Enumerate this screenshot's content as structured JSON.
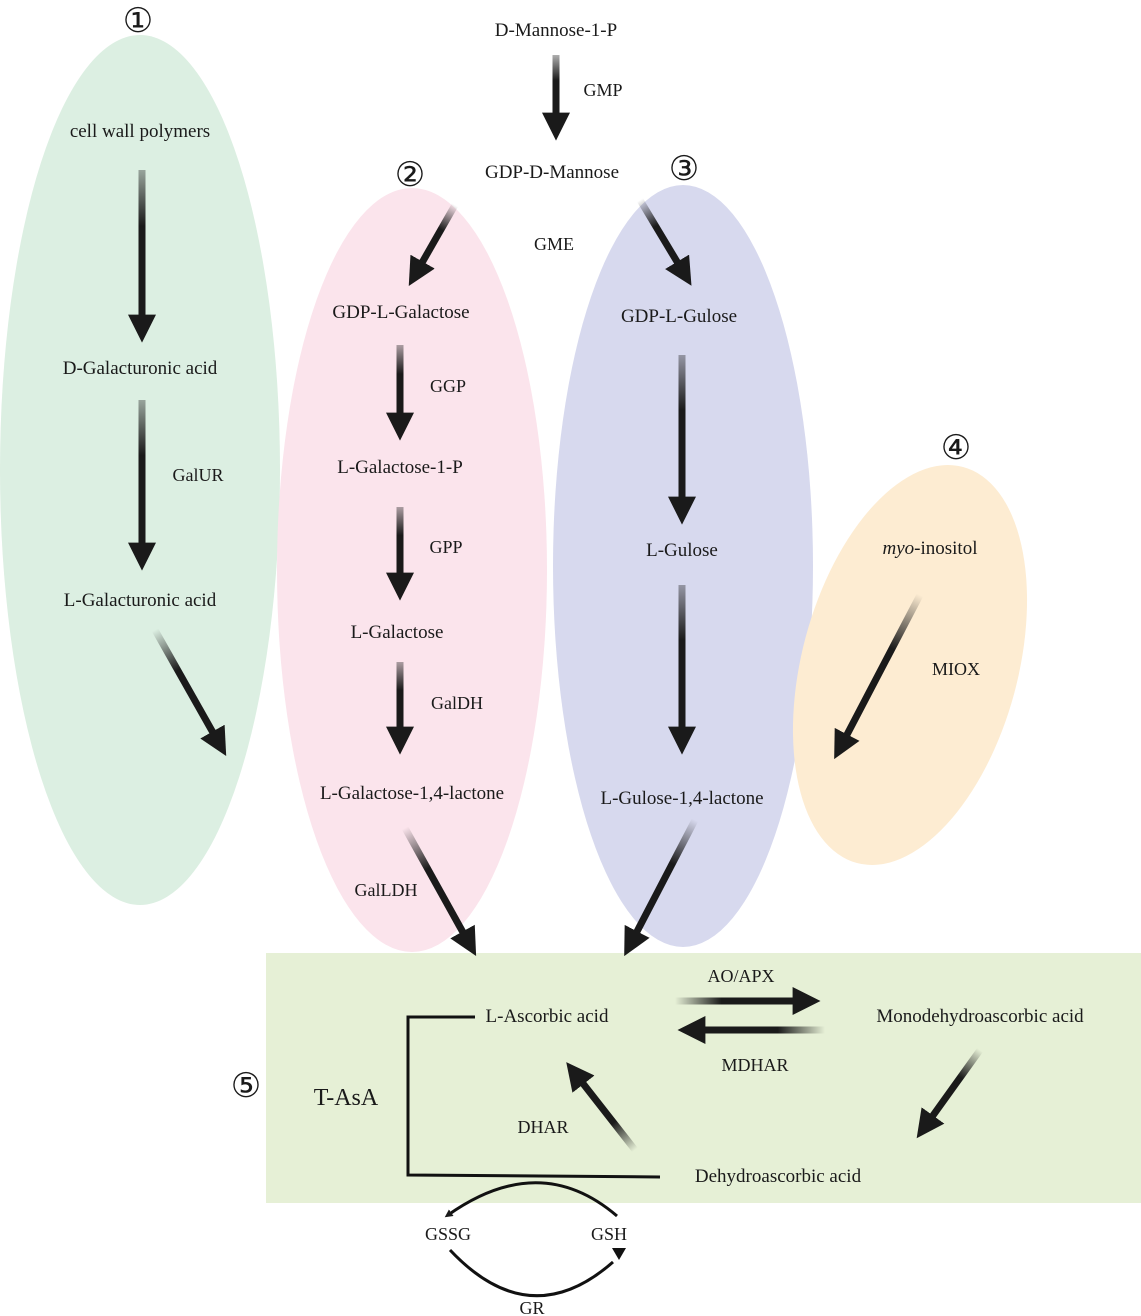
{
  "colors": {
    "pathway1": "#dcefe2",
    "pathway2": "#fbe4ec",
    "pathway3": "#d7d9ee",
    "pathway4": "#fdecd2",
    "recycling_box": "#e6f0d6",
    "arrow": "#1a1a1a"
  },
  "numbers": [
    "①",
    "②",
    "③",
    "④",
    "⑤"
  ],
  "top": {
    "mannose1p": "D-Mannose-1-P",
    "gmp": "GMP",
    "gdp_mannose": "GDP-D-Mannose",
    "gme": "GME"
  },
  "p1": {
    "cell_wall": "cell wall polymers",
    "d_galacturonic": "D-Galacturonic acid",
    "galur": "GalUR",
    "l_galacturonic": "L-Galacturonic acid"
  },
  "p2": {
    "gdp_galactose": "GDP-L-Galactose",
    "ggp": "GGP",
    "galactose1p": "L-Galactose-1-P",
    "gpp": "GPP",
    "galactose": "L-Galactose",
    "galdh": "GalDH",
    "lactone": "L-Galactose-1,4-lactone",
    "galldh": "GalLDH"
  },
  "p3": {
    "gdp_gulose": "GDP-L-Gulose",
    "gulose": "L-Gulose",
    "lactone": "L-Gulose-1,4-lactone"
  },
  "p4": {
    "inositol_italic": "myo",
    "inositol_rest": "-inositol",
    "miox": "MIOX"
  },
  "p5": {
    "asa": "L-Ascorbic acid",
    "ao_apx": "AO/APX",
    "mdha": "Monodehydroascorbic acid",
    "mdhar": "MDHAR",
    "tasa": "T-AsA",
    "dhar": "DHAR",
    "dha": "Dehydroascorbic acid",
    "gssg": "GSSG",
    "gsh": "GSH",
    "gr": "GR"
  }
}
